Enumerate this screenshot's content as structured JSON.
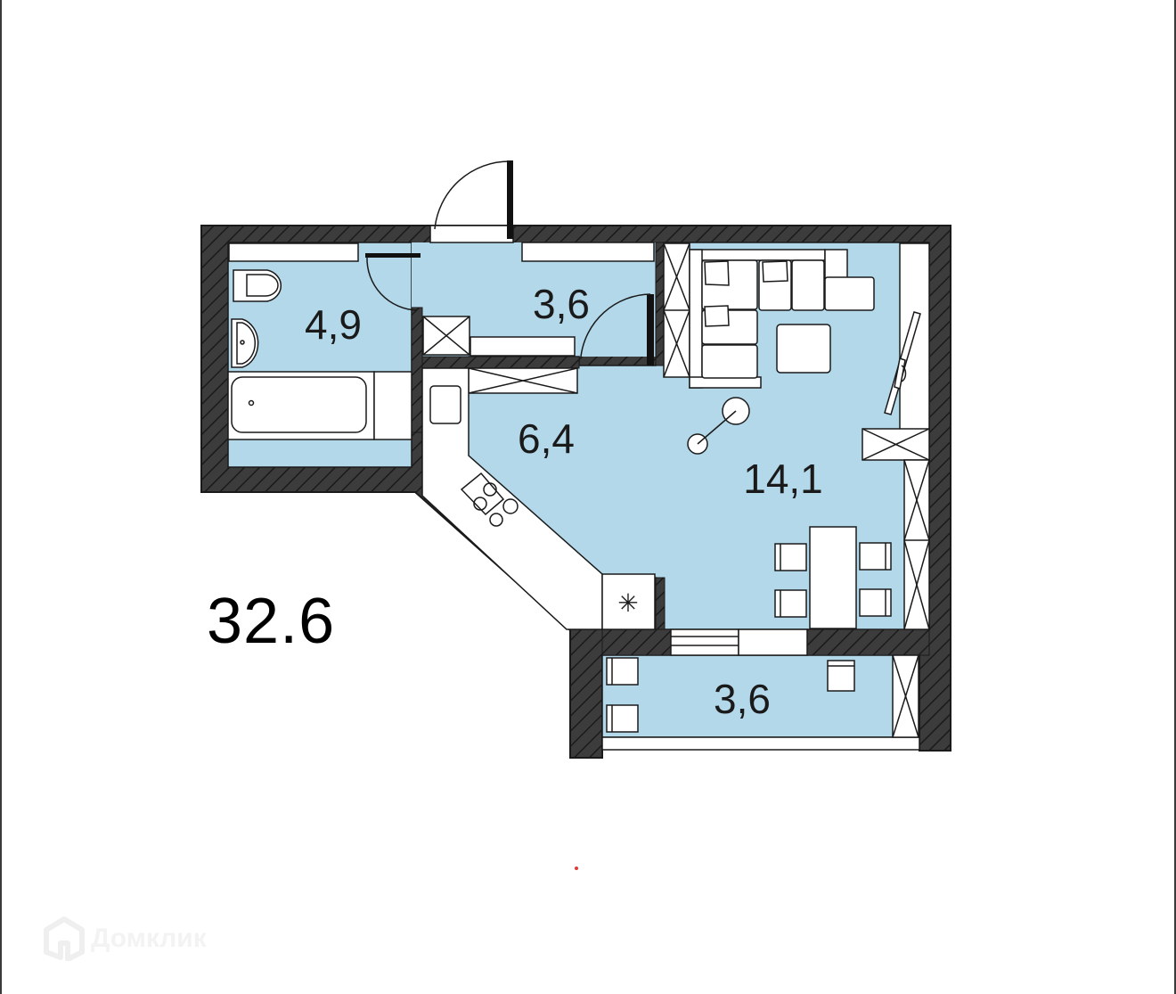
{
  "plan": {
    "total_area": "32.6",
    "rooms": [
      {
        "id": "bathroom",
        "label": "4,9"
      },
      {
        "id": "hallway",
        "label": "3,6"
      },
      {
        "id": "kitchen",
        "label": "6,4"
      },
      {
        "id": "living_room",
        "label": "14,1"
      },
      {
        "id": "balcony",
        "label": "3,6"
      }
    ]
  },
  "watermark": {
    "text": "Домклик",
    "icon": "domclick-house-logo-icon"
  },
  "colors": {
    "floor": "#b3d8ea",
    "wall": "#3a3a3a",
    "wall_hatch": "#1c1c1c",
    "furniture": "#ffffff",
    "line": "#1a1a1a",
    "marker_dot": "#e53935"
  }
}
